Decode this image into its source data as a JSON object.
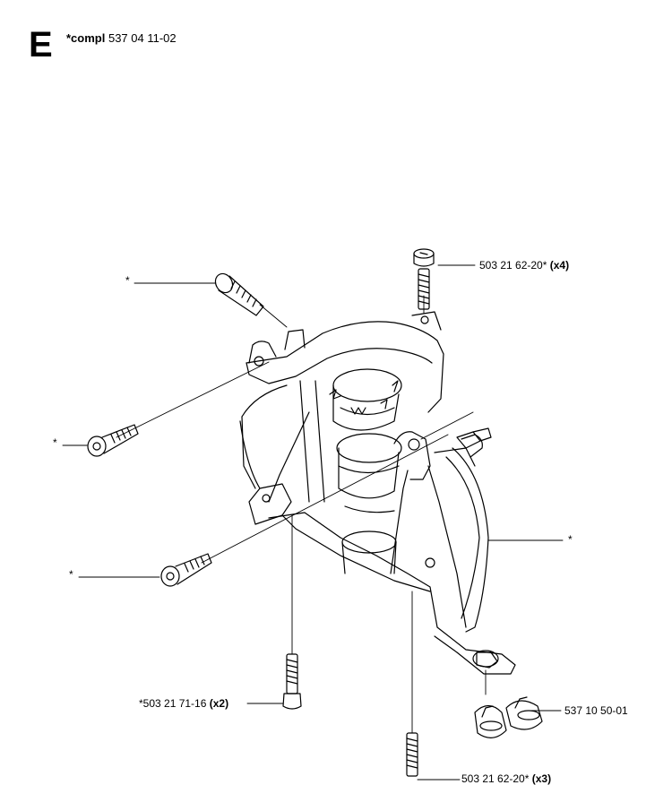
{
  "header": {
    "section_letter": "E",
    "compl_prefix": "*compl",
    "compl_number": "537 04 11-02"
  },
  "callouts": [
    {
      "id": "screw-top",
      "part": "503 21 62-20*",
      "qty": "(x4)"
    },
    {
      "id": "screw-bottom",
      "part": "503 21 62-20*",
      "qty": "(x3)"
    },
    {
      "id": "screw-left",
      "part": "*503 21 71-16",
      "qty": "(x2)"
    },
    {
      "id": "clip",
      "part": "537 10 50-01",
      "qty": ""
    }
  ],
  "asterisk_labels": [
    "*",
    "*",
    "*",
    "*",
    "*"
  ]
}
